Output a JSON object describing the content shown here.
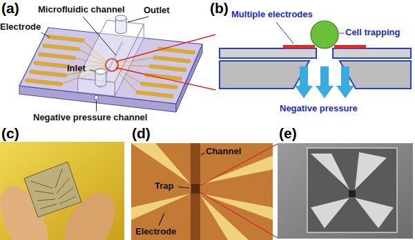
{
  "diagram": {
    "labels": [
      "(a)",
      "Microfluidic channel",
      "Outlet",
      "Electrode",
      "Inlet",
      "Negative pressure channel",
      "(b)",
      "Multiple electrodes",
      "Cell trapping",
      "Negative pressure",
      "(c)",
      "(d)",
      "Channel",
      "Trap",
      "Electrode",
      "(e)"
    ]
  }
}
